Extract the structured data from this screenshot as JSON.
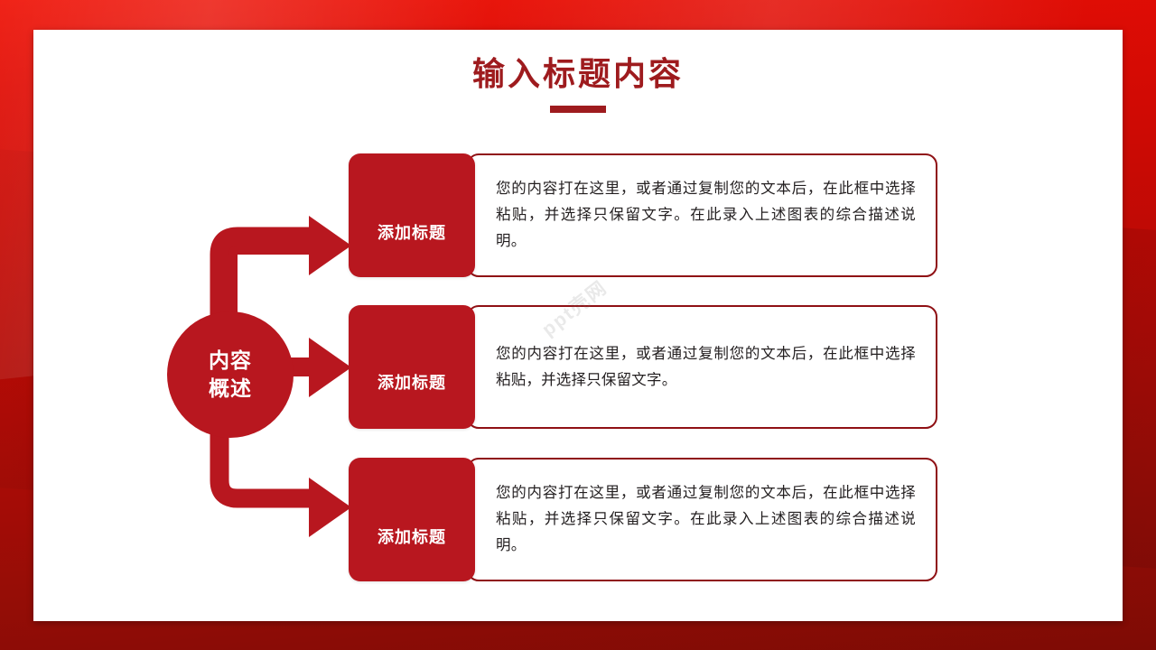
{
  "slide": {
    "title": "输入标题内容",
    "background_color_top": "#DD0C06",
    "background_color_bottom": "#8C0D06",
    "card_color": "#FFFFFF",
    "accent_color": "#9E1B1E",
    "tile_color": "#B8171F"
  },
  "hub": {
    "line1": "内容",
    "line2": "概述"
  },
  "rows": [
    {
      "tile_label": "添加标题",
      "body": "您的内容打在这里，或者通过复制您的文本后，在此框中选择粘贴，并选择只保留文字。在此录入上述图表的综合描述说明。"
    },
    {
      "tile_label": "添加标题",
      "body": "您的内容打在这里，或者通过复制您的文本后，在此框中选择粘贴，并选择只保留文字。"
    },
    {
      "tile_label": "添加标题",
      "body": "您的内容打在这里，或者通过复制您的文本后，在此框中选择粘贴，并选择只保留文字。在此录入上述图表的综合描述说明。"
    }
  ],
  "watermark": {
    "text": "ppt壳网"
  }
}
